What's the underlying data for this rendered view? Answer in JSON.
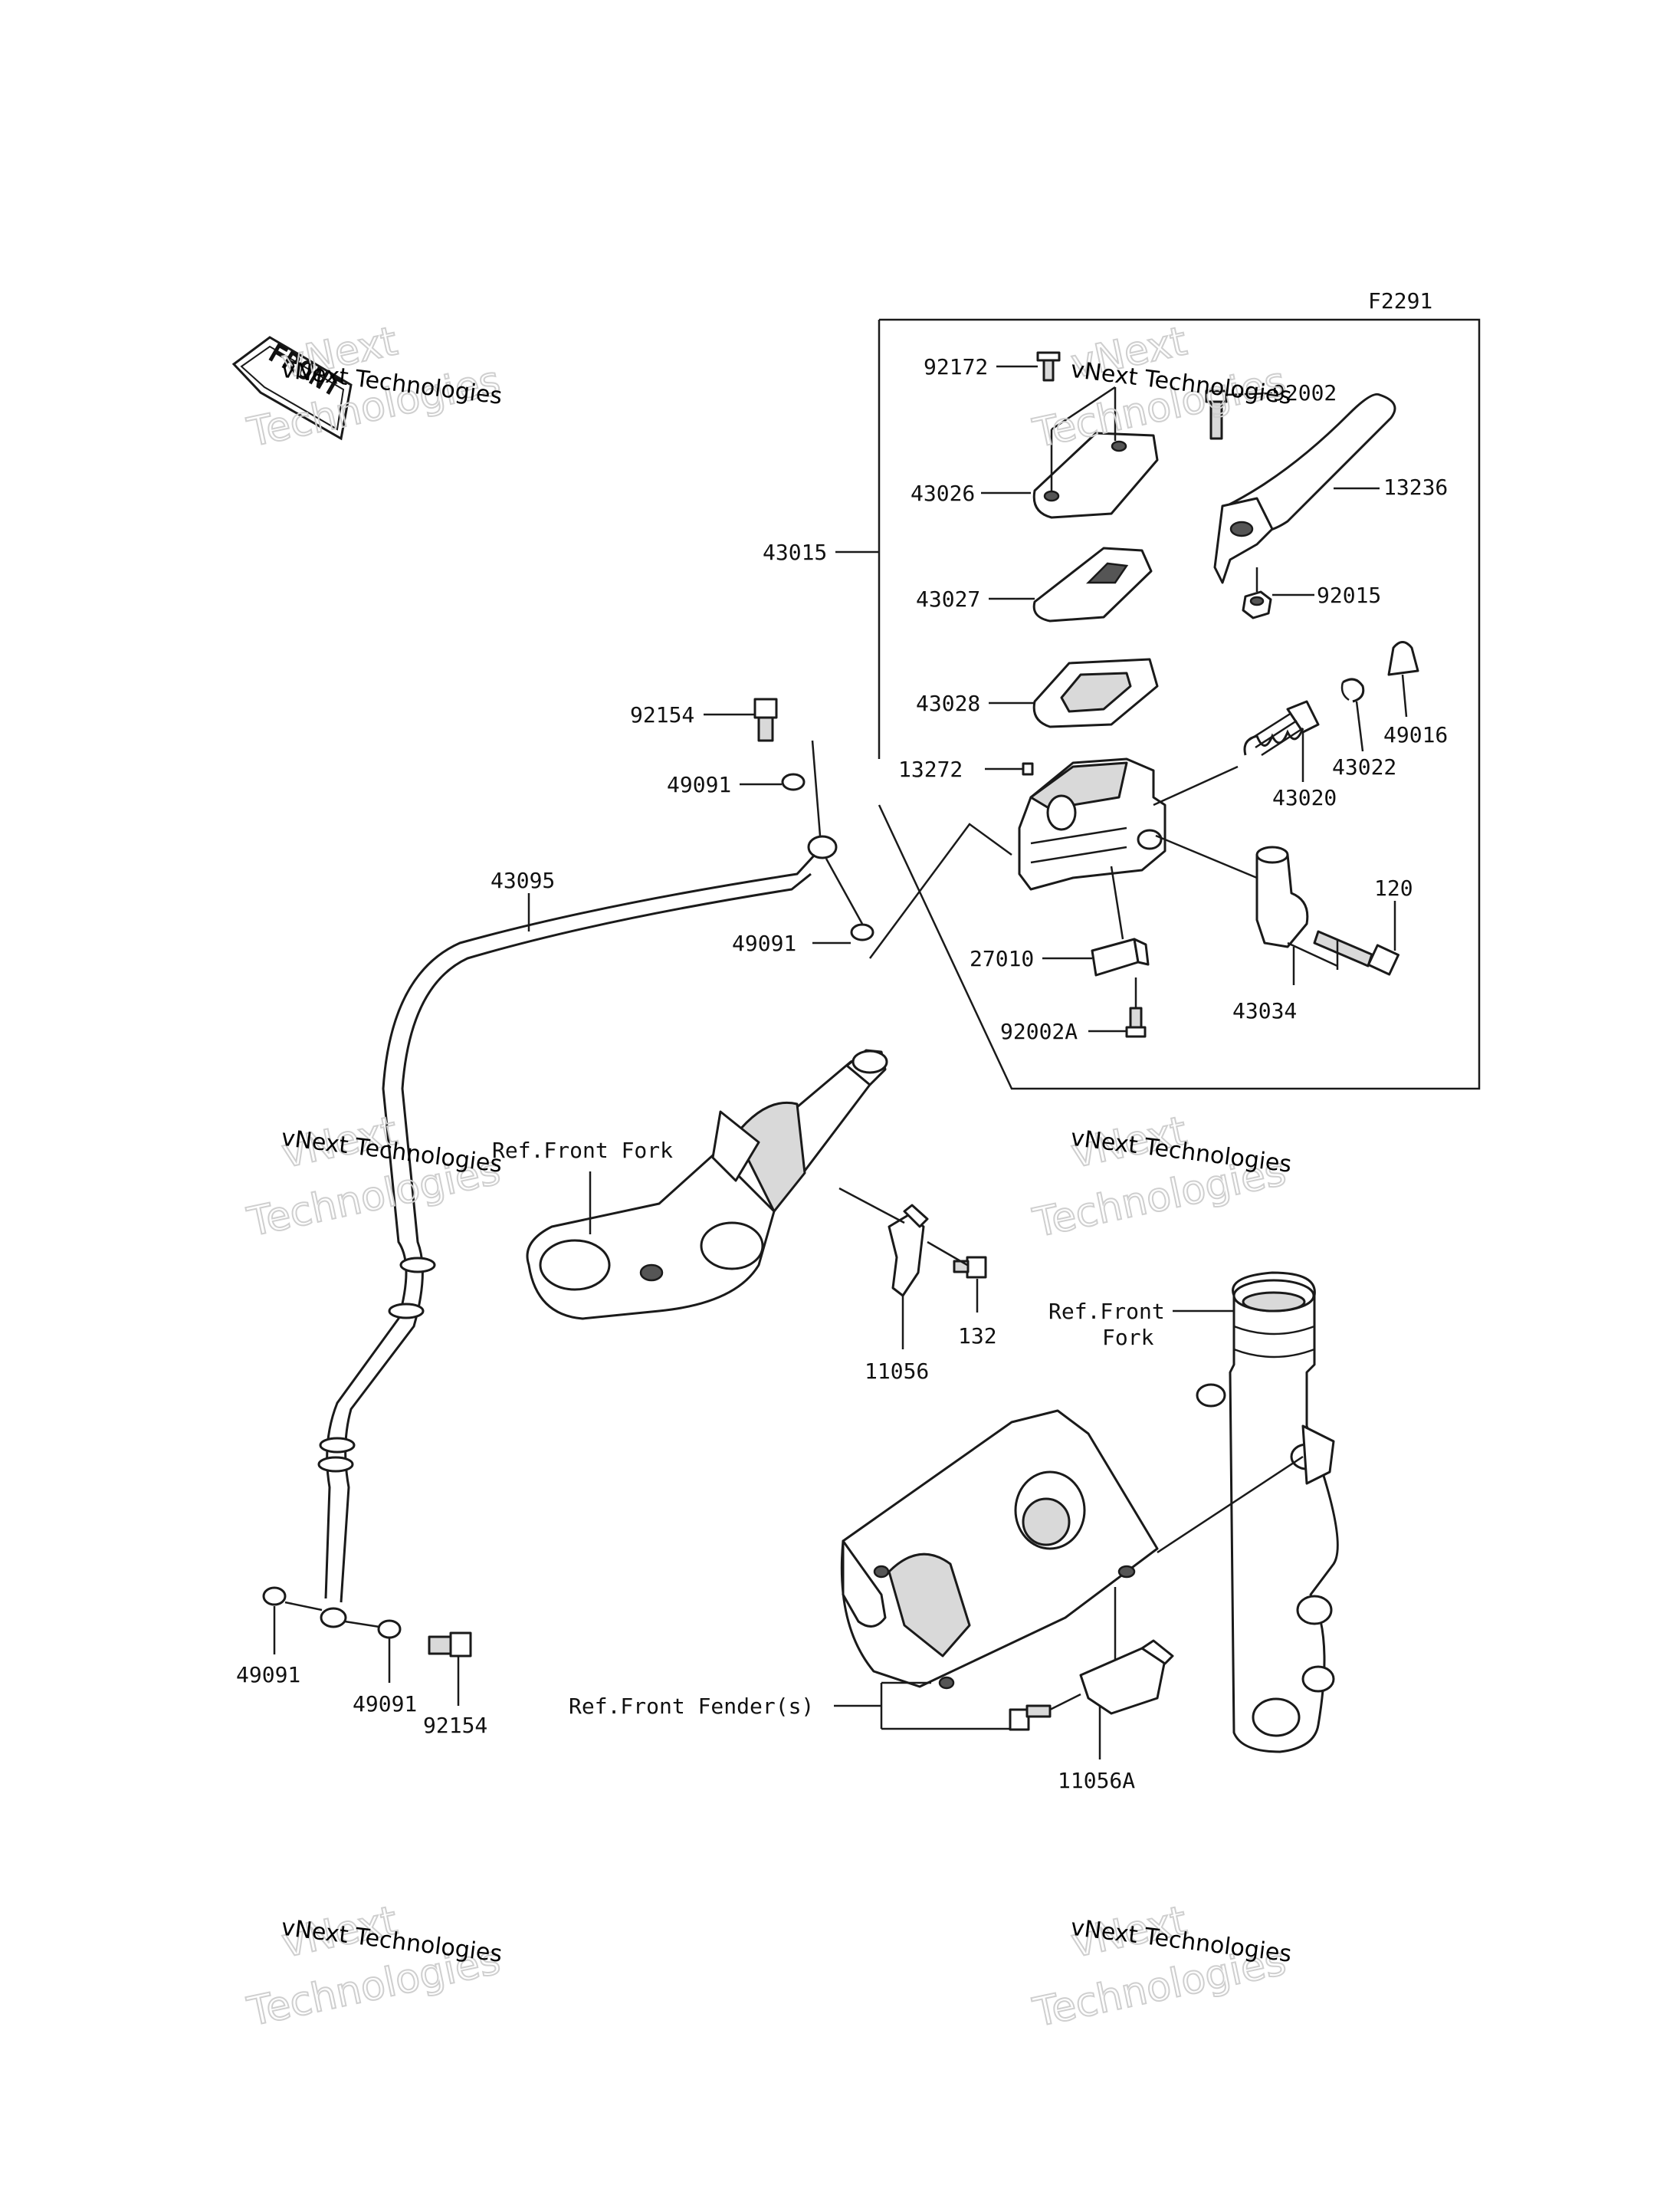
{
  "figure_code": "F2291",
  "front_badge": "FRONT",
  "watermark": {
    "line1": "vNext Technologies",
    "line2": "vNext",
    "line3": "Technologies"
  },
  "labels": {
    "p92172": "92172",
    "p92002": "92002",
    "p13236": "13236",
    "p43026": "43026",
    "p43015": "43015",
    "p43027": "43027",
    "p92015": "92015",
    "p49016": "49016",
    "p43028": "43028",
    "p43022": "43022",
    "p92154a": "92154",
    "p13272": "13272",
    "p43020": "43020",
    "p49091a": "49091",
    "p120": "120",
    "p43095": "43095",
    "p49091b": "49091",
    "p27010": "27010",
    "p43034": "43034",
    "p92002A": "92002A",
    "refFork1": "Ref.Front Fork",
    "p132": "132",
    "p11056": "11056",
    "refFork2a": "Ref.Front",
    "refFork2b": "Fork",
    "refFender": "Ref.Front Fender(s)",
    "p11056A": "11056A",
    "p49091c": "49091",
    "p49091d": "49091",
    "p92154b": "92154"
  }
}
